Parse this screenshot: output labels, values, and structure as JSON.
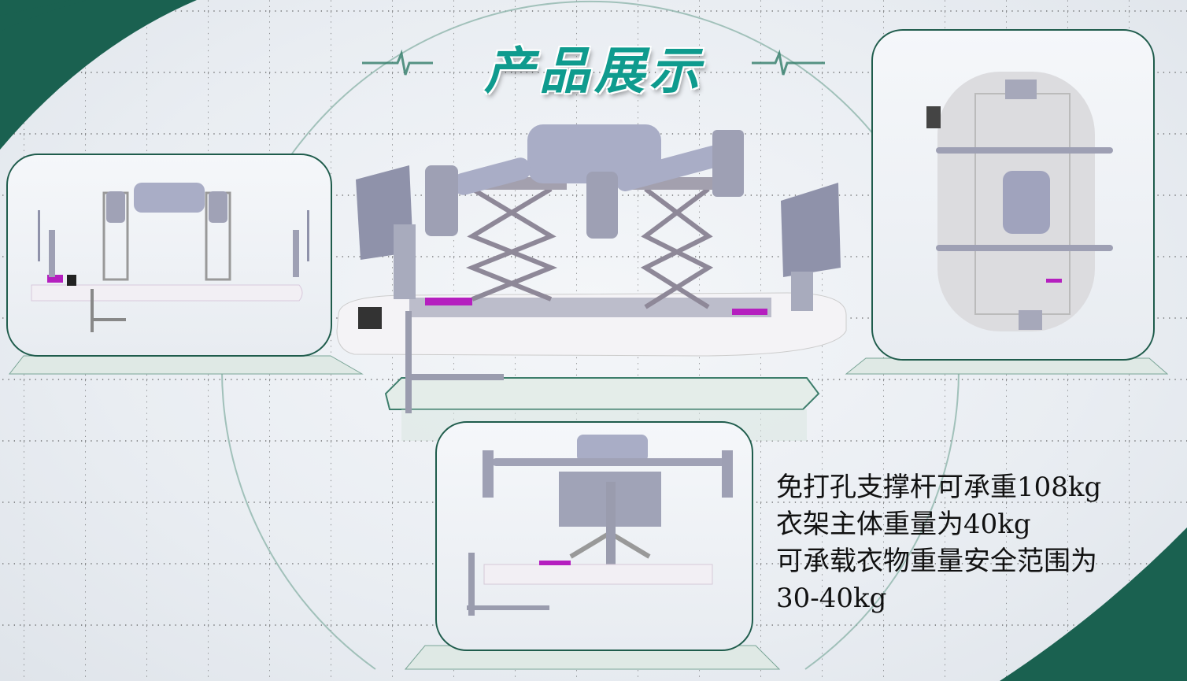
{
  "slide": {
    "title": "产品展示",
    "description_lines": [
      "免打孔支撑杆可承重108kg",
      "衣架主体重量为40kg",
      "可承载衣物重量安全范围为",
      "30-40kg"
    ]
  },
  "colors": {
    "accent": "#1f5c4c",
    "title": "#0f9b8e",
    "swoosh": "#1a6150"
  }
}
